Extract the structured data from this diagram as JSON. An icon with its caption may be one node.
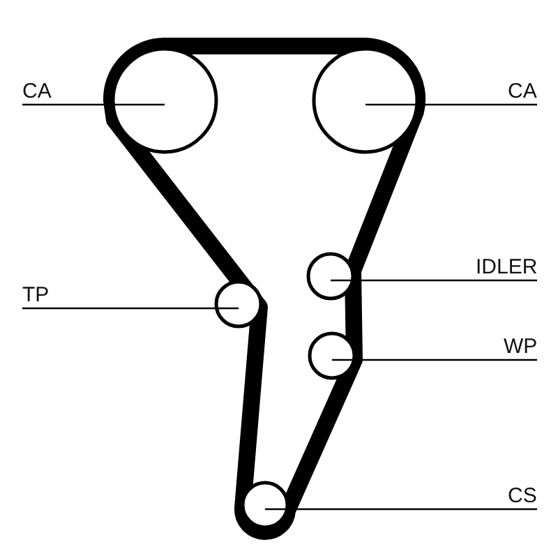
{
  "diagram": {
    "nodes": [
      {
        "text": [
          "CA"
        ]
      },
      {
        "text": [],
        "shape": "circle"
      },
      {
        "text": [
          "CA"
        ]
      },
      {
        "text": [],
        "shape": "circle"
      },
      {
        "text": [
          "IDLER"
        ]
      },
      {
        "text": [],
        "shape": "circle"
      },
      {
        "text": [
          "TP"
        ]
      },
      {
        "text": [],
        "shape": "circle"
      },
      {
        "text": [
          "WP"
        ]
      },
      {
        "text": [],
        "shape": "circle"
      },
      {
        "text": [
          "CS"
        ]
      },
      {
        "text": [],
        "shape": "circle"
      }
    ],
    "edges": [
      {
        "from": 0,
        "to": 1,
        "arrow": "none"
      },
      {
        "from": 2,
        "to": 3,
        "arrow": "none"
      },
      {
        "from": 4,
        "to": 5,
        "arrow": "none"
      },
      {
        "from": 6,
        "to": 7,
        "arrow": "none"
      },
      {
        "from": 8,
        "to": 9,
        "arrow": "none"
      },
      {
        "from": 10,
        "to": 11,
        "arrow": "none"
      }
    ]
  }
}
